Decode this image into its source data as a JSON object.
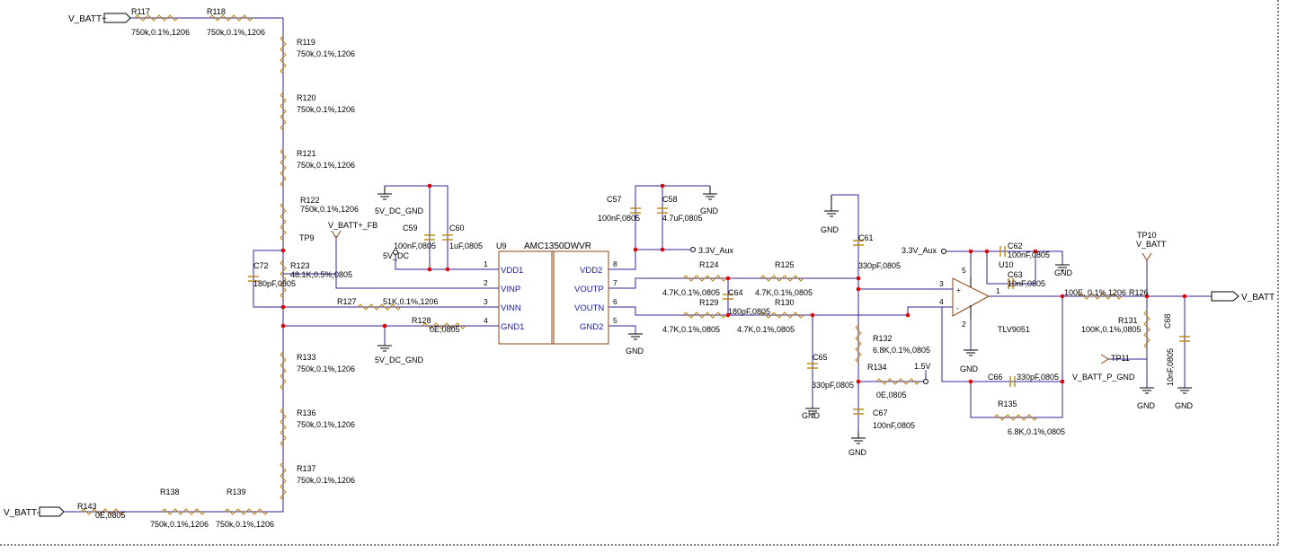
{
  "ports": {
    "vbatt_plus": "V_BATT+",
    "vbatt_minus": "V_BATT-",
    "vbatt_out": "V_BATT",
    "aux_u9": "3.3V_Aux",
    "aux_u10": "3.3V_Aux",
    "vbatt_fb": "V_BATT+_FB",
    "dc5v": "5V_DC",
    "ref15": "1.5V"
  },
  "resistors": {
    "r117": {
      "ref": "R117",
      "val": "750k,0.1%,1206"
    },
    "r118": {
      "ref": "R118",
      "val": "750k,0.1%,1206"
    },
    "r119": {
      "ref": "R119",
      "val": "750k,0.1%,1206"
    },
    "r120": {
      "ref": "R120",
      "val": "750k,0.1%,1206"
    },
    "r121": {
      "ref": "R121",
      "val": "750k,0.1%,1206"
    },
    "r122": {
      "ref": "R122",
      "val": "750k,0.1%,1206"
    },
    "r123": {
      "ref": "R123",
      "val": "48.1K,0.5%,0805"
    },
    "r127": {
      "ref": "R127",
      "val": "51K,0.1%,1206"
    },
    "r128": {
      "ref": "R128",
      "val": "0E,0805"
    },
    "r133": {
      "ref": "R133",
      "val": "750k,0.1%,1206"
    },
    "r136": {
      "ref": "R136",
      "val": "750k,0.1%,1206"
    },
    "r137": {
      "ref": "R137",
      "val": "750k,0.1%,1206"
    },
    "r138": {
      "ref": "R138",
      "val": "750k,0.1%,1206"
    },
    "r139": {
      "ref": "R139",
      "val": "750k,0.1%,1206"
    },
    "r143": {
      "ref": "R143",
      "val": "0E,0805"
    },
    "r124": {
      "ref": "R124",
      "val": "4.7K,0.1%,0805"
    },
    "r125": {
      "ref": "R125",
      "val": "4.7K,0.1%,0805"
    },
    "r129": {
      "ref": "R129",
      "val": "4.7K,0.1%,0805"
    },
    "r130": {
      "ref": "R130",
      "val": "4.7K,0.1%,0805"
    },
    "r132": {
      "ref": "R132",
      "val": "6.8K,0.1%,0805"
    },
    "r134": {
      "ref": "R134",
      "val": "0E,0805"
    },
    "r135": {
      "ref": "R135",
      "val": "6.8K,0.1%,0805"
    },
    "r126": {
      "ref": "R126",
      "val": "100E, 0.1%,1206"
    },
    "r131": {
      "ref": "R131",
      "val": "100K,0.1%,0805"
    }
  },
  "capacitors": {
    "c72": {
      "ref": "C72",
      "val": "180pF,0805"
    },
    "c59": {
      "ref": "C59",
      "val": "100nF,0805"
    },
    "c60": {
      "ref": "C60",
      "val": "1uF,0805"
    },
    "c57": {
      "ref": "C57",
      "val": "100nF,0805"
    },
    "c58": {
      "ref": "C58",
      "val": "4.7uF,0805"
    },
    "c64": {
      "ref": "C64",
      "val": "180pF,0805"
    },
    "c65": {
      "ref": "C65",
      "val": "330pF,0805"
    },
    "c61": {
      "ref": "C61",
      "val": "330pF,0805"
    },
    "c67": {
      "ref": "C67",
      "val": "100nF,0805"
    },
    "c62": {
      "ref": "C62",
      "val": "100nF,0805"
    },
    "c63": {
      "ref": "C63",
      "val": "10nF,0805"
    },
    "c66": {
      "ref": "C66",
      "val": "330pF,0805"
    },
    "c68": {
      "ref": "C68",
      "val": "10nF,0805"
    }
  },
  "u9": {
    "ref": "U9",
    "part": "AMC1350DWVR",
    "pins_left": [
      {
        "num": "1",
        "name": "VDD1"
      },
      {
        "num": "2",
        "name": "VINP"
      },
      {
        "num": "3",
        "name": "VINN"
      },
      {
        "num": "4",
        "name": "GND1"
      }
    ],
    "pins_right": [
      {
        "num": "8",
        "name": "VDD2"
      },
      {
        "num": "7",
        "name": "VOUTP"
      },
      {
        "num": "6",
        "name": "VOUTN"
      },
      {
        "num": "5",
        "name": "GND2"
      }
    ]
  },
  "u10": {
    "ref": "U10",
    "part": "TLV9051",
    "pins": {
      "inp": "3",
      "inn": "4",
      "vcc": "5",
      "gnd": "2",
      "out": "1"
    }
  },
  "testpoints": {
    "tp9": "TP9",
    "tp10": "TP10",
    "tp11": "TP11",
    "tp10_net": "V_BATT",
    "tp11_net": "V_BATT_P_GND"
  },
  "grounds": {
    "dc_gnd_a": "5V_DC_GND",
    "dc_gnd_b": "5V_DC_GND",
    "gnd": "GND"
  }
}
